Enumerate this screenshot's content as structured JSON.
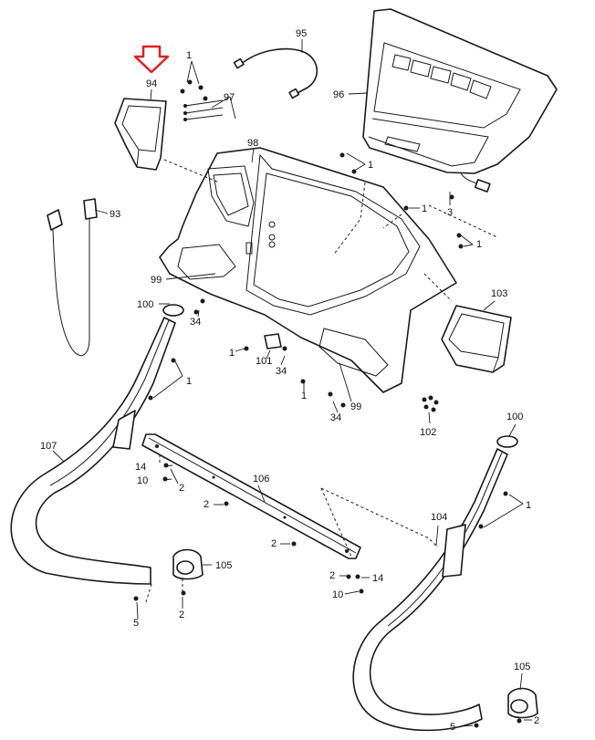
{
  "accent_color": "#e02020",
  "highlight_arrow_icon": "red-down-arrow-icon",
  "labels": {
    "l1a": "1",
    "l94": "94",
    "l95": "95",
    "l96": "96",
    "l97": "97",
    "l98": "98",
    "l1b": "1",
    "l3": "3",
    "l1c": "1",
    "l93": "93",
    "l99a": "99",
    "l100a": "100",
    "l34a": "34",
    "l103": "103",
    "l1d": "1",
    "l101": "101",
    "l34b": "34",
    "l1e": "1",
    "l99b": "99",
    "l34c": "34",
    "l1f": "1",
    "l102": "102",
    "l107": "107",
    "l14a": "14",
    "l10a": "10",
    "l2a": "2",
    "l106": "106",
    "l2b": "2",
    "l2c": "2",
    "l100b": "100",
    "l1g": "1",
    "l104": "104",
    "l105a": "105",
    "l5a": "5",
    "l2d": "2",
    "l2e": "2",
    "l14b": "14",
    "l10b": "10",
    "l105b": "105",
    "l5b": "5",
    "l2f": "2"
  }
}
